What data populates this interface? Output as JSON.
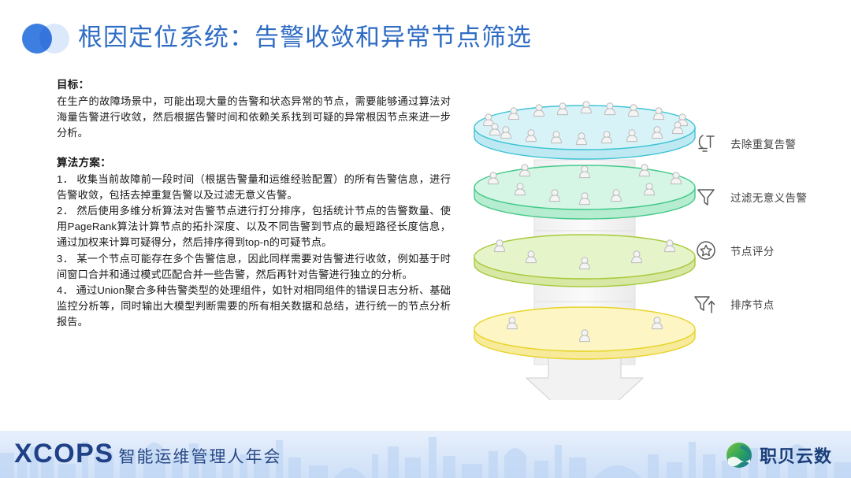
{
  "header": {
    "title": "根因定位系统：告警收敛和异常节点筛选",
    "logo_icon": "two-circles-icon",
    "title_color": "#2f6cc4"
  },
  "content": {
    "goal_heading": "目标：",
    "goal_text": "在生产的故障场景中，可能出现大量的告警和状态异常的节点，需要能够通过算法对海量告警进行收敛，然后根据告警时间和依赖关系找到可疑的异常根因节点来进一步分析。",
    "algorithm_heading": "算法方案：",
    "steps": [
      "1． 收集当前故障前一段时间（根据告警量和运维经验配置）的所有告警信息，进行告警收敛，包括去掉重复告警以及过滤无意义告警。",
      "2． 然后使用多维分析算法对告警节点进行打分排序，包括统计节点的告警数量、使用PageRank算法计算节点的拓扑深度、以及不同告警到节点的最短路径长度信息，通过加权来计算可疑得分，然后排序得到top-n的可疑节点。",
      "3． 某一个节点可能存在多个告警信息，因此同样需要对告警进行收敛，例如基于时间窗口合并和通过模式匹配合并一些告警，然后再针对告警进行独立的分析。",
      "4． 通过Union聚合多种告警类型的处理组件，如针对相同组件的错误日志分析、基础监控分析等，同时输出大模型判断需要的所有相关数据和总结，进行统一的节点分析报告。"
    ]
  },
  "diagram": {
    "description": "四层漏斗平台图，自上而下节点逐层减少",
    "arrow_icon": "down-arrow-icon",
    "levels": [
      {
        "name": "level-1",
        "fill": "#d8f3f8",
        "stroke": "#3ec4d6",
        "person_count": 18
      },
      {
        "name": "level-2",
        "fill": "#d5f6e4",
        "stroke": "#44c98a",
        "person_count": 10
      },
      {
        "name": "level-3",
        "fill": "#e6f5c9",
        "stroke": "#a8c93c",
        "person_count": 5
      },
      {
        "name": "level-4",
        "fill": "#fdf6c4",
        "stroke": "#e8d32a",
        "person_count": 3
      }
    ]
  },
  "legend": {
    "items": [
      {
        "icon": "deduplicate-icon",
        "label": "去除重复告警"
      },
      {
        "icon": "funnel-icon",
        "label": "过滤无意义告警"
      },
      {
        "icon": "star-circle-icon",
        "label": "节点评分"
      },
      {
        "icon": "funnel-sort-icon",
        "label": "排序节点"
      }
    ]
  },
  "footer": {
    "brand_en": "XCOPS",
    "brand_cn": "智能运维管理人年会",
    "sponsor_name": "职贝云数",
    "sponsor_icon": "wave-circle-logo",
    "skyline_icon": "city-skyline-icon"
  }
}
